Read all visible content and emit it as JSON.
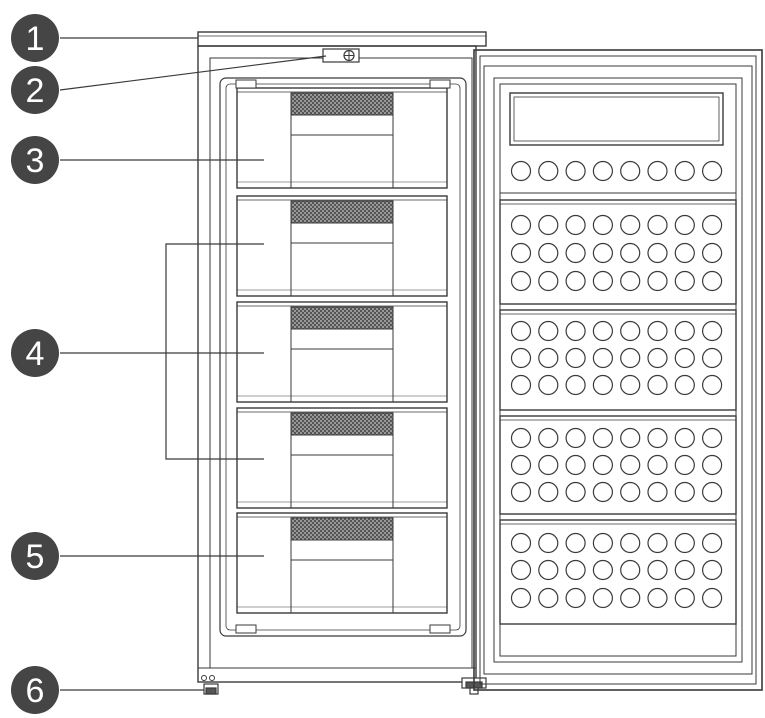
{
  "callouts": [
    {
      "number": "1",
      "part": "top-cover"
    },
    {
      "number": "2",
      "part": "thermostat-knob"
    },
    {
      "number": "3",
      "part": "top-drawer"
    },
    {
      "number": "4",
      "part": "middle-drawers"
    },
    {
      "number": "5",
      "part": "bottom-drawer"
    },
    {
      "number": "6",
      "part": "adjustable-feet"
    }
  ],
  "colors": {
    "line": "#3a3a3a",
    "callout_fill": "#454545",
    "mesh": "#3c3c3c",
    "background": "#ffffff"
  },
  "door": {
    "shelf_sections": 5,
    "egg_holes_per_row": 8
  }
}
